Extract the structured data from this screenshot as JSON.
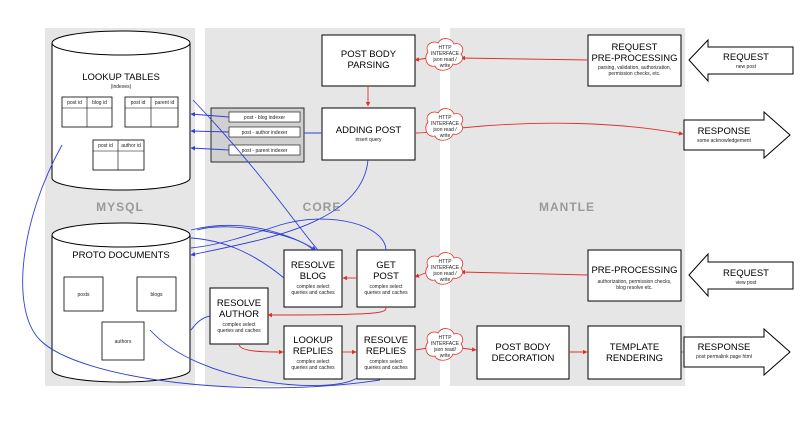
{
  "columns": {
    "mysql": "MYSQL",
    "core": "CORE",
    "mantle": "MANTLE"
  },
  "lookup": {
    "title": "LOOKUP TABLES",
    "subtitle": "(indexes)",
    "table1": [
      "post id",
      "blog id"
    ],
    "table2": [
      "post id",
      "parent id"
    ],
    "table3": [
      "post id",
      "author id"
    ]
  },
  "indexers": [
    "post - blog indexer",
    "post - author indexer",
    "post - parent indexer"
  ],
  "proto": {
    "title": "PROTO DOCUMENTS",
    "posts": "posts",
    "blogs": "blogs",
    "authors": "authors"
  },
  "boxes": {
    "post_body_parsing": [
      "POST BODY",
      "PARSING"
    ],
    "adding_post": [
      "ADDING POST"
    ],
    "adding_post_sub": "insert query",
    "request_preprocessing": [
      "REQUEST",
      "PRE-PROCESSING"
    ],
    "request_preprocessing_sub": [
      "parsing, validation, authorization,",
      "permission checks, etc."
    ],
    "get_post": [
      "GET",
      "POST"
    ],
    "get_post_sub": [
      "complex select",
      "queries and caches"
    ],
    "resolve_blog": [
      "RESOLVE",
      "BLOG"
    ],
    "resolve_blog_sub": [
      "complex select",
      "queries and caches"
    ],
    "resolve_author": [
      "RESOLVE",
      "AUTHOR"
    ],
    "resolve_author_sub": [
      "complex select",
      "queries and caches"
    ],
    "lookup_replies": [
      "LOOKUP",
      "REPLIES"
    ],
    "lookup_replies_sub": [
      "complex select",
      "queries and caches"
    ],
    "resolve_replies": [
      "RESOLVE",
      "REPLIES"
    ],
    "resolve_replies_sub": [
      "complex select",
      "queries and caches"
    ],
    "preprocessing": [
      "PRE-PROCESSING"
    ],
    "preprocessing_sub": [
      "authorization, permission checks,",
      "blog resolve etc."
    ],
    "post_body_decoration": [
      "POST BODY",
      "DECORATION"
    ],
    "template_rendering": [
      "TEMPLATE",
      "RENDERING"
    ]
  },
  "clouds": {
    "c1": [
      "HTTP",
      "INTERFACE",
      "json read /",
      "write"
    ],
    "c2": [
      "HTTP",
      "INTERFACE",
      "json read /",
      "write"
    ],
    "c3": [
      "HTTP",
      "INTERFACE",
      "json read /",
      "write"
    ],
    "c4": [
      "HTTP",
      "INTERFACE",
      "json read/",
      "write"
    ]
  },
  "arrows": {
    "request1": "REQUEST",
    "request1_sub": "new post",
    "response1": "RESPONSE",
    "response1_sub": "some acknowledgement",
    "request2": "REQUEST",
    "request2_sub": "view post",
    "response2": "RESPONSE",
    "response2_sub": "post permalink page html"
  },
  "colors": {
    "panel": "#e6e6e6",
    "red": "#e0302a",
    "blue": "#2e3fd6",
    "column_label": "#9a9a9a"
  }
}
